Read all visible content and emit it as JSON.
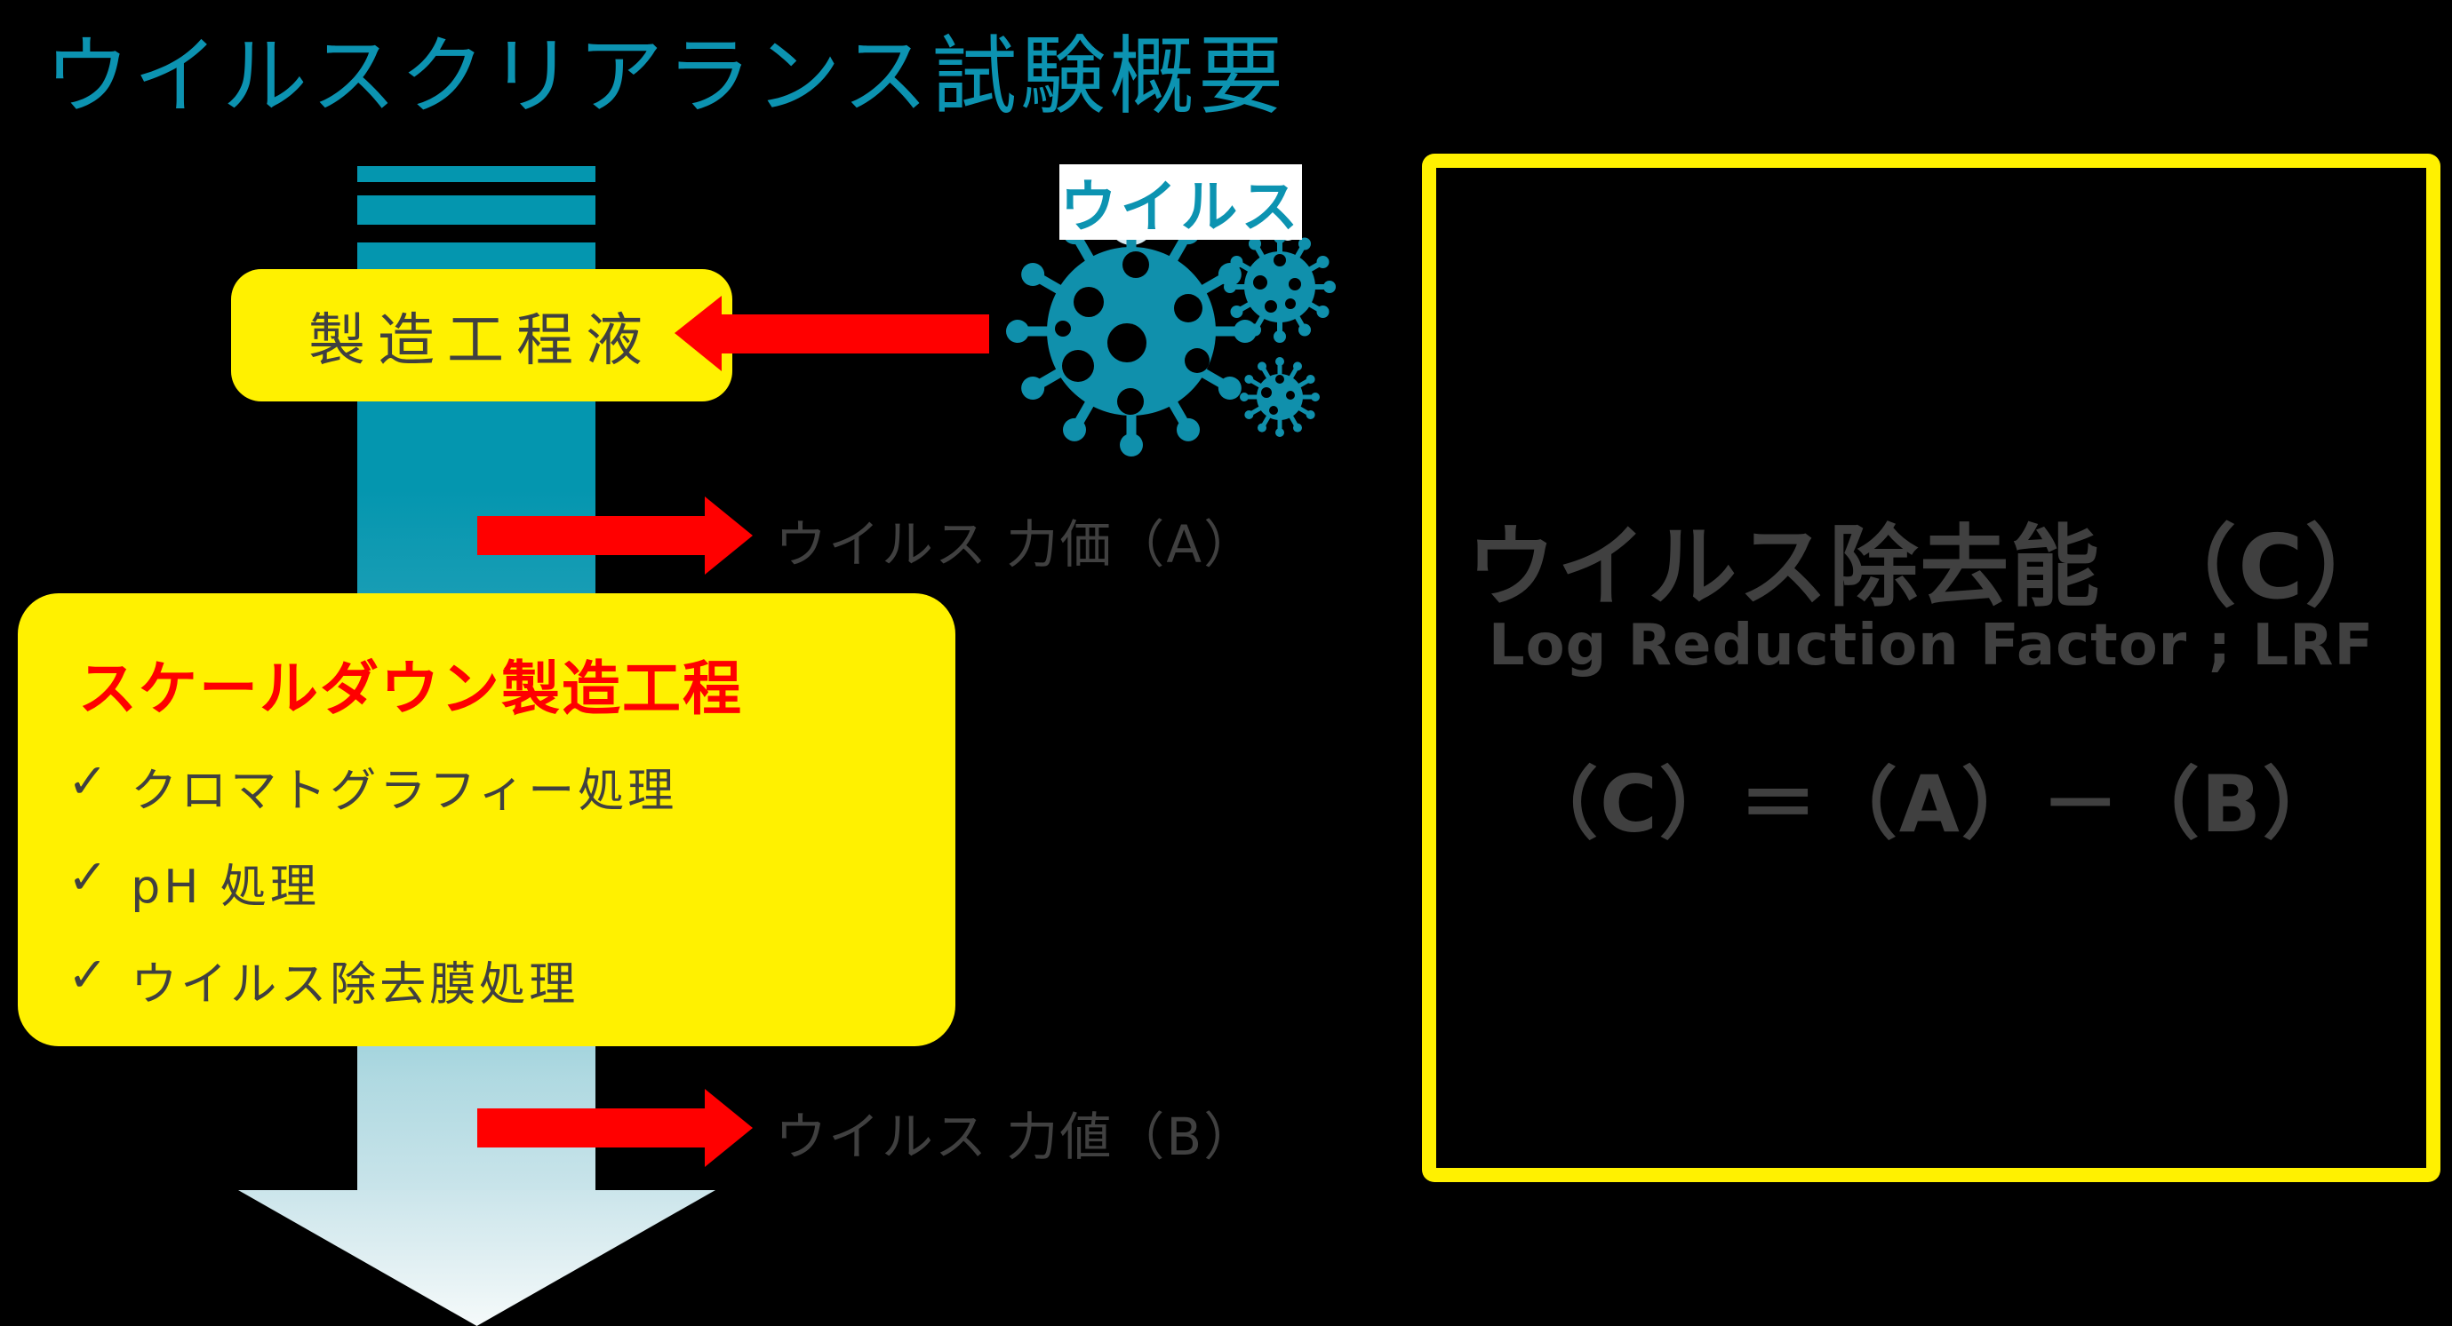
{
  "slide": {
    "title": "ウイルスクリアランス試験概要",
    "colors": {
      "bg": "#000000",
      "teal": "#0496AF",
      "teal-title": "#0C93B1",
      "yellow": "#FFF100",
      "red": "#FF0000",
      "gray": "#404040",
      "white": "#FFFFFF",
      "virus": "#1090AC"
    },
    "flow": {
      "source_box_label": "製造工程液",
      "virus_label": "ウイルス",
      "titer_a_label": "ウイルス 力価（A）",
      "titer_b_label": "ウイルス 力値（B）"
    },
    "process_box": {
      "title": "スケールダウン製造工程",
      "check_glyph": "✓",
      "items": [
        "クロマトグラフィー処理",
        "pH 処理",
        "ウイルス除去膜処理"
      ]
    },
    "result_box": {
      "heading": "ウイルス除去能　（C）",
      "subheading": "Log Reduction Factor ; LRF",
      "formula": "（C）＝（A）－（B）"
    }
  }
}
